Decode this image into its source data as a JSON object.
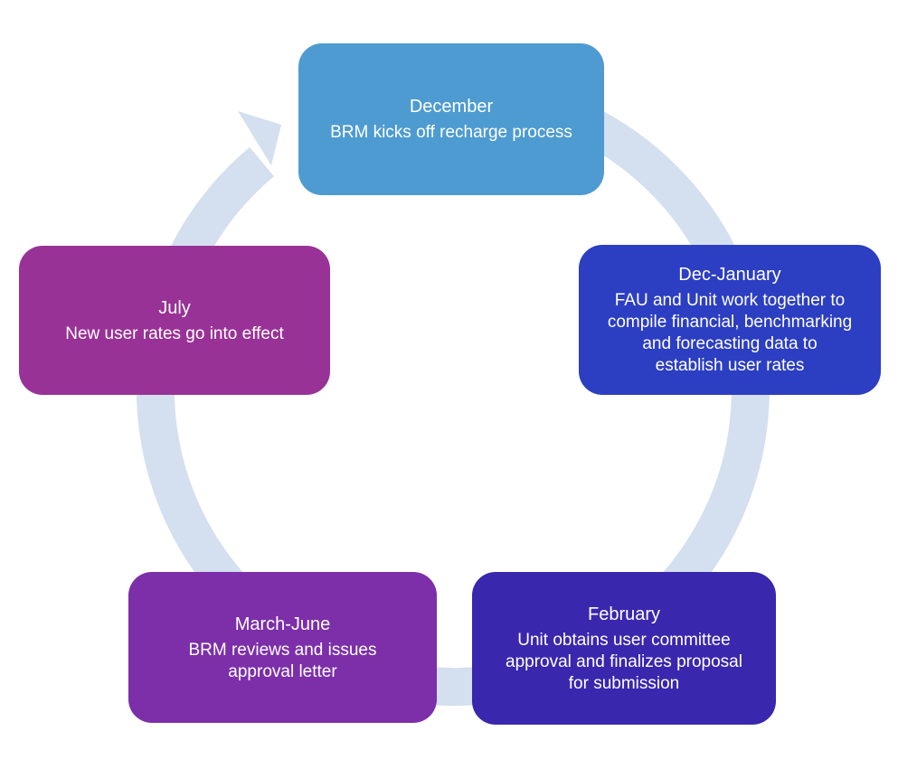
{
  "diagram": {
    "name": "recharge-process-annual-cycle",
    "band_color": "#d4dfef",
    "text_color": "#ffffff",
    "steps": [
      {
        "month": "December",
        "description": "BRM kicks off recharge process",
        "color": "#4d9bd1"
      },
      {
        "month": "Dec-January",
        "description": "FAU and Unit work together to compile financial, benchmarking and forecasting data to establish user rates",
        "color": "#2c3ec2"
      },
      {
        "month": "February",
        "description": "Unit obtains user committee approval and finalizes proposal for submission",
        "color": "#3927ae"
      },
      {
        "month": "March-June",
        "description": "BRM reviews and issues approval letter",
        "color": "#7c2fa9"
      },
      {
        "month": "July",
        "description": "New user rates go into effect",
        "color": "#993296"
      }
    ]
  }
}
